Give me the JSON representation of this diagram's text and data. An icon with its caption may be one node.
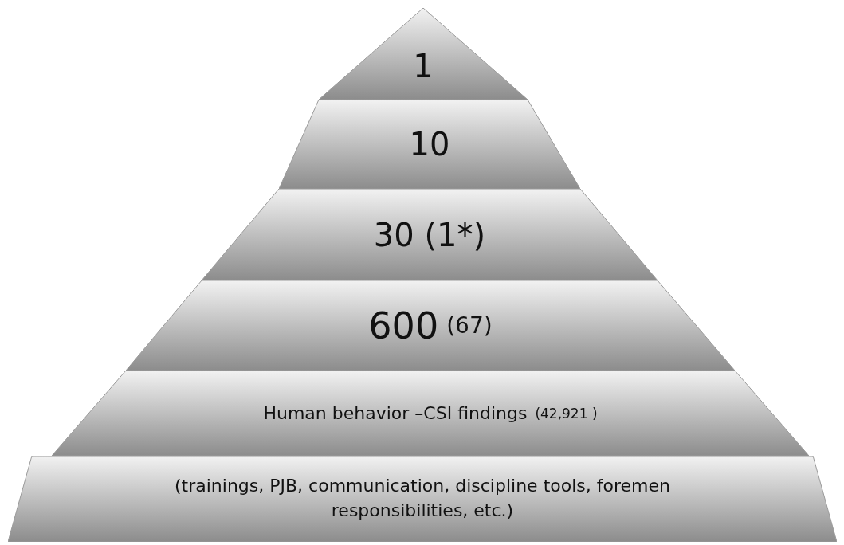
{
  "diagram": {
    "nodes": [
      {
        "text": [
          "1"
        ]
      },
      {
        "text": [
          "10"
        ]
      },
      {
        "text": [
          "30 (1*)"
        ]
      },
      {
        "text": [
          "600",
          "(67)"
        ]
      },
      {
        "text": [
          "Human behavior –CSI findings",
          "(42,921 )"
        ]
      },
      {
        "text": [
          "(trainings, PJB, communication, discipline tools, foremen responsibilities, etc.)"
        ]
      }
    ]
  }
}
